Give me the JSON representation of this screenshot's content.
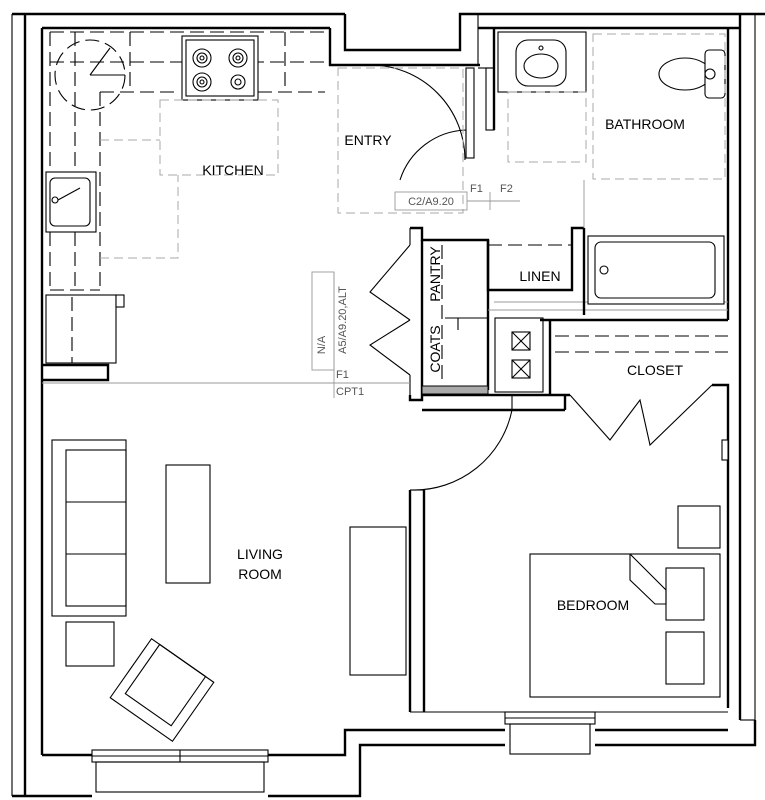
{
  "rooms": {
    "kitchen": "KITCHEN",
    "entry": "ENTRY",
    "bathroom": "BATHROOM",
    "linen": "LINEN",
    "pantry": "PANTRY",
    "coats": "COATS",
    "closet": "CLOSET",
    "living_1": "LIVING",
    "living_2": "ROOM",
    "bedroom": "BEDROOM"
  },
  "tags": {
    "c2": "C2/A9.20",
    "f1_entry": "F1",
    "f2_entry": "F2",
    "na": "N/A",
    "a5": "A5/A9.20,ALT",
    "f1_living": "F1",
    "cpt1": "CPT1"
  }
}
